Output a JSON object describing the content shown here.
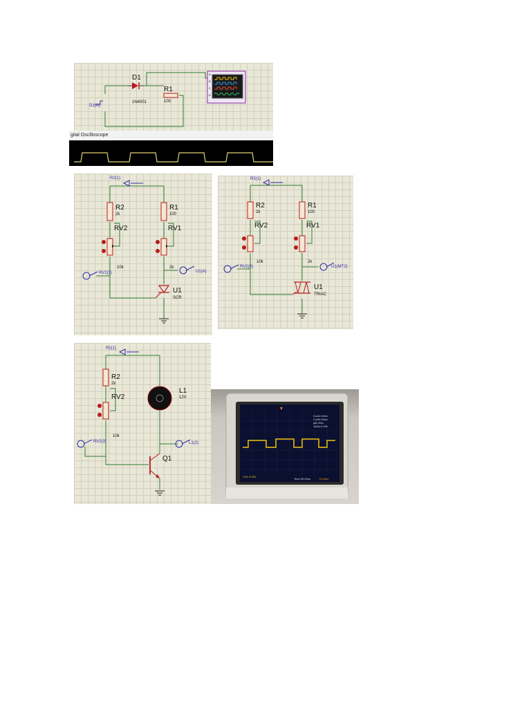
{
  "panel1": {
    "diode_ref": "D1",
    "diode_value": "1N4001",
    "resistor_ref": "R1",
    "resistor_value": "100",
    "source_label": "D1(A)",
    "scope_channels": [
      "A",
      "B",
      "C",
      "D"
    ],
    "window_title": "gital Oscilloscope"
  },
  "panel2": {
    "probe_top": "R2(1)",
    "r2_ref": "R2",
    "r2_value": "2k",
    "r1_ref": "R1",
    "r1_value": "100",
    "rv2_ref": "RV2",
    "rv2_value": "10k",
    "rv1_ref": "RV1",
    "rv1_value": "2k",
    "probe_left": "RV2(3)",
    "probe_right": "U1(A)",
    "u1_ref": "U1",
    "u1_value": "SCR"
  },
  "panel3": {
    "probe_top": "R2(1)",
    "r2_ref": "R2",
    "r2_value": "2k",
    "r1_ref": "R1",
    "r1_value": "100",
    "rv2_ref": "RV2",
    "rv2_value": "10k",
    "rv1_ref": "RV1",
    "rv1_value": "2k",
    "probe_left": "RV2(3)",
    "probe_right": "U1(MT2)",
    "u1_ref": "U1",
    "u1_value": "TRIAC"
  },
  "panel4": {
    "probe_top": "R2(1)",
    "r2_ref": "R2",
    "r2_value": "2k",
    "rv2_ref": "RV2",
    "rv2_value": "10k",
    "l1_ref": "L1",
    "l1_value": "12V",
    "probe_left": "RV2(3)",
    "probe_right": "L1(2)",
    "q1_ref": "Q1"
  },
  "photo": {
    "readout_lines": [
      "CurA=10mv",
      "CurB=20mv",
      "|at|=5mv",
      "1/|at|=2.00k"
    ],
    "ch1": "CH1 5.00V",
    "time": "Time 50.00us",
    "trig": "74.00us",
    "trace_color": "#f1c40f"
  }
}
